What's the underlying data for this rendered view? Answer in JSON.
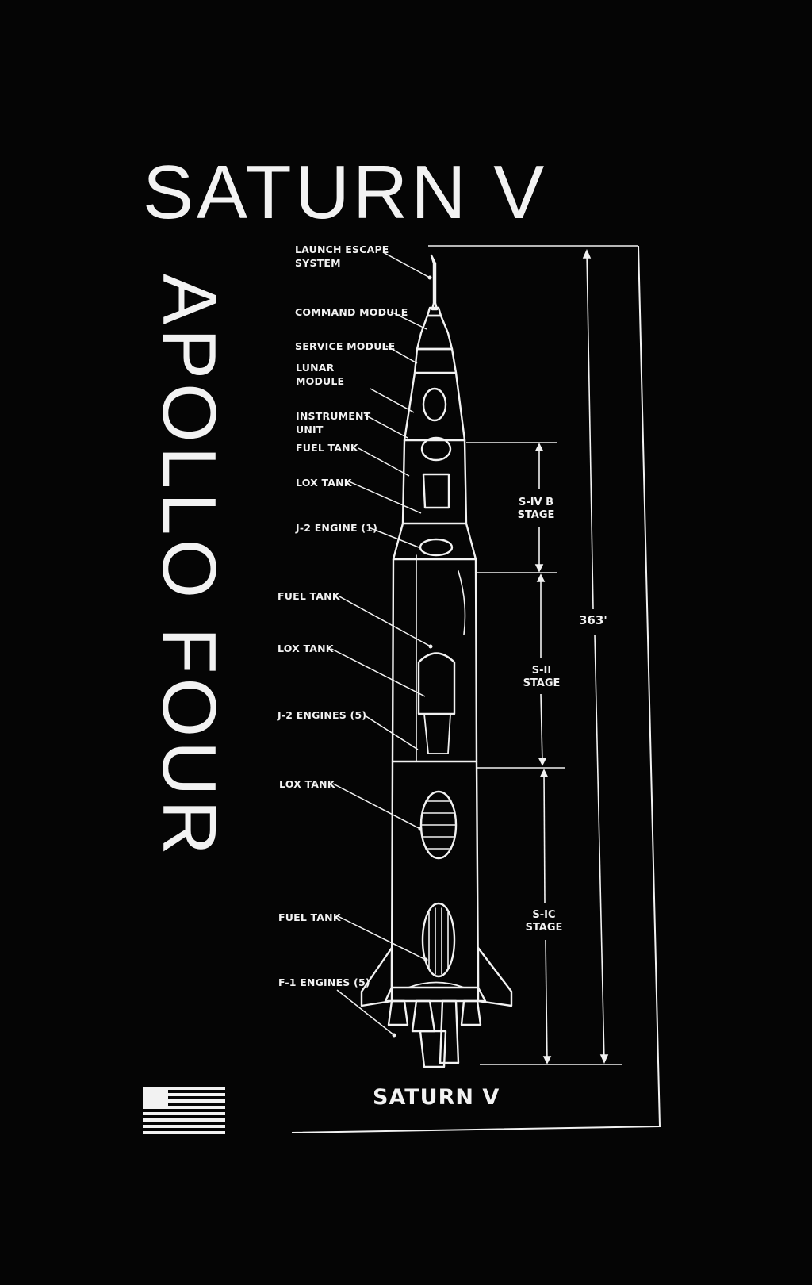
{
  "title": "SATURN V",
  "subtitle": "APOLLO FOUR",
  "footer_label": "SATURN V",
  "height_label": "363'",
  "callouts": [
    "LAUNCH ESCAPE\nSYSTEM",
    "COMMAND MODULE",
    "SERVICE MODULE",
    "LUNAR\nMODULE",
    "INSTRUMENT\nUNIT",
    "FUEL TANK",
    "LOX TANK",
    "J-2 ENGINE (1)",
    "FUEL TANK",
    "LOX TANK",
    "J-2 ENGINES (5)",
    "LOX TANK",
    "FUEL TANK",
    "F-1 ENGINES (5)"
  ],
  "stages": [
    "S-IV B\nSTAGE",
    "S-II\nSTAGE",
    "S-IC\nSTAGE"
  ],
  "colors": {
    "background": "#050505",
    "ink": "#f2f2f2"
  },
  "icons": {
    "flag": "us-flag-icon"
  }
}
